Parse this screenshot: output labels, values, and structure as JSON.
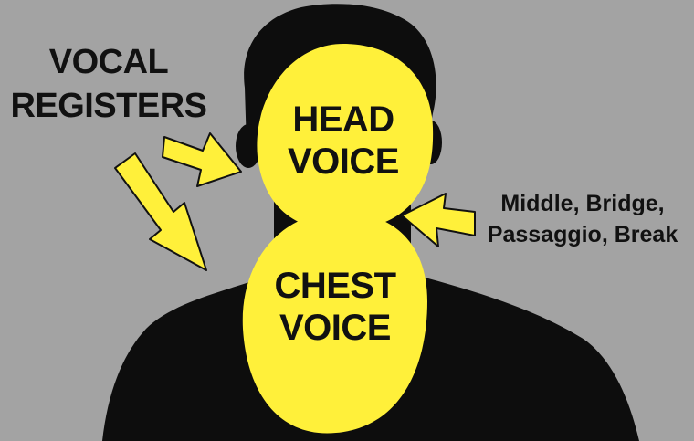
{
  "title": {
    "line1": "VOCAL",
    "line2": "REGISTERS"
  },
  "head_region": {
    "line1": "HEAD",
    "line2": "VOICE"
  },
  "chest_region": {
    "line1": "CHEST",
    "line2": "VOICE"
  },
  "bridge_label": {
    "line1": "Middle, Bridge,",
    "line2": "Passaggio, Break"
  },
  "colors": {
    "background": "#a3a3a3",
    "silhouette": "#0d0d0d",
    "highlight_yellow": "#fff03a",
    "text": "#111111"
  },
  "icons": [
    "arrow-icon",
    "arrow-icon",
    "arrow-icon"
  ]
}
